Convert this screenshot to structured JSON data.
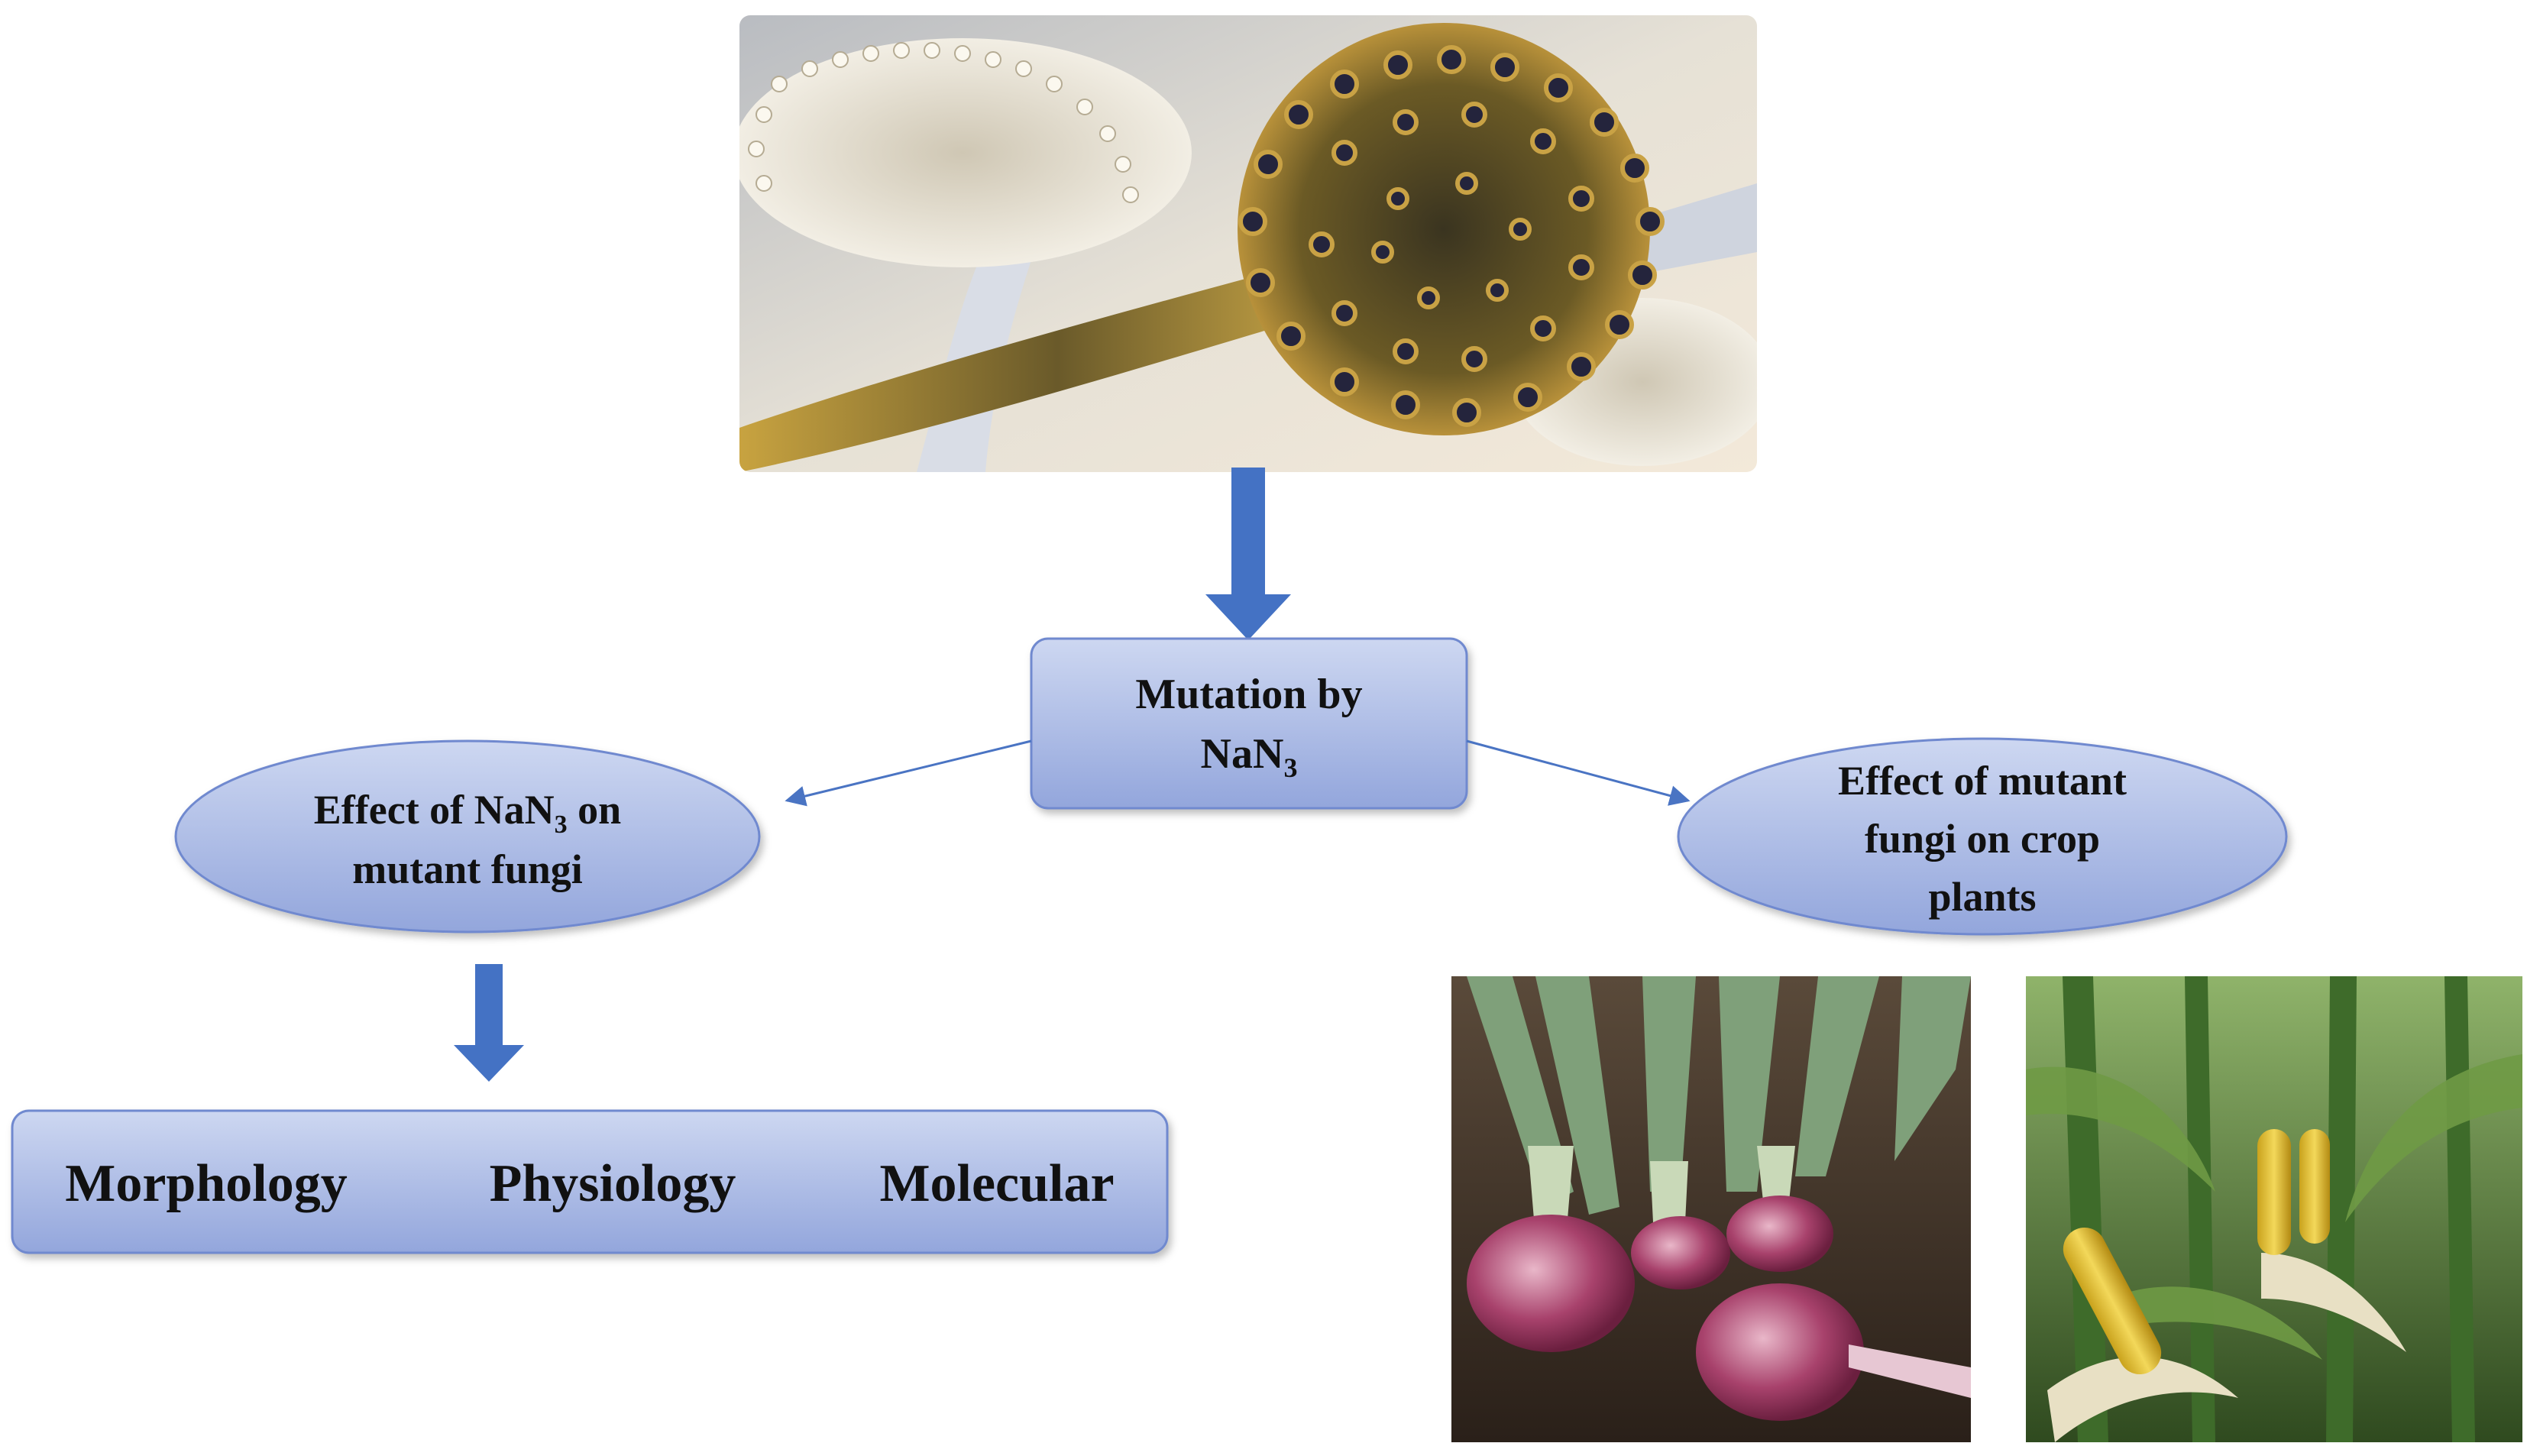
{
  "nodes": {
    "mutation": {
      "line1": "Mutation by",
      "line2_base": "NaN",
      "line2_sub": "3"
    },
    "effect_nan3": {
      "line1_pre": "Effect of NaN",
      "line1_sub": "3",
      "line1_post": " on",
      "line2": "mutant fungi"
    },
    "effect_crop": {
      "line1": "Effect of mutant",
      "line2": "fungi on crop",
      "line3": "plants"
    },
    "aspects": [
      "Morphology",
      "Physiology",
      "Molecular"
    ]
  },
  "images": {
    "fungi": "aspergillus-conidiophore-illustration",
    "onion": "red-onion-crop-photo",
    "maize": "maize-crop-photo"
  },
  "colors": {
    "box_fill_top": "#c6d1ee",
    "box_fill_bottom": "#95a7dc",
    "box_stroke": "#5b78c7",
    "arrow": "#4472c4",
    "thin_arrow": "#4a74c3"
  }
}
